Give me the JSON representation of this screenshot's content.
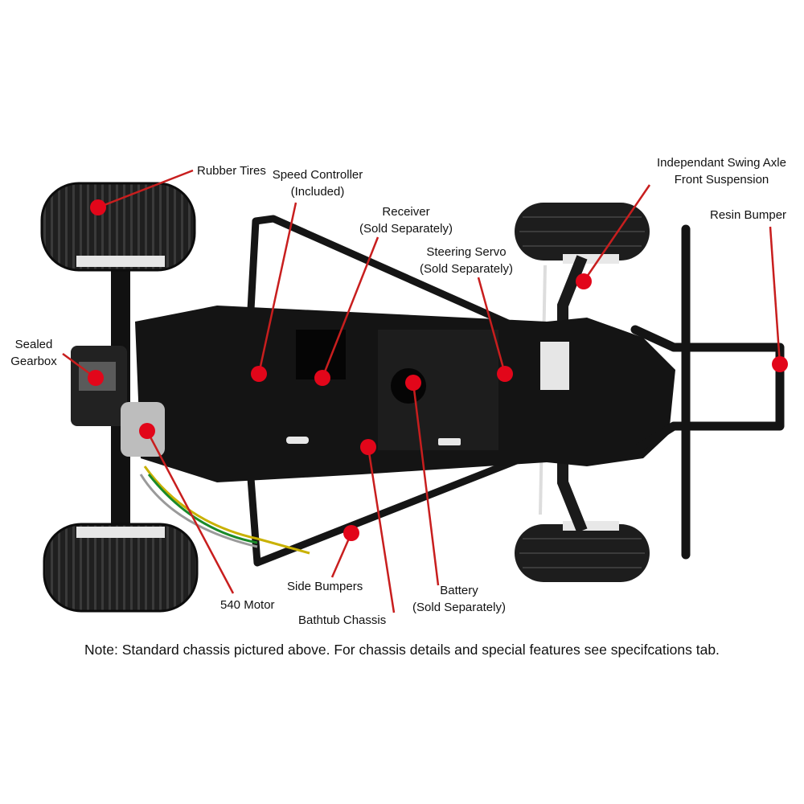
{
  "colors": {
    "marker": "#e2061a",
    "leader": "#c81e1e",
    "chassis": "#151515",
    "tire": "#1c1c1c",
    "hub": "#e9e9e9"
  },
  "labels": {
    "rubber_tires": [
      "Rubber Tires"
    ],
    "speed_controller": [
      "Speed Controller",
      "(Included)"
    ],
    "receiver": [
      "Receiver",
      "(Sold Separately)"
    ],
    "steering_servo": [
      "Steering Servo",
      "(Sold Separately)"
    ],
    "front_suspension": [
      "Independant Swing Axle",
      "Front Suspension"
    ],
    "resin_bumper": [
      "Resin Bumper"
    ],
    "sealed_gearbox": [
      "Sealed",
      "Gearbox"
    ],
    "motor": [
      "540 Motor"
    ],
    "side_bumpers": [
      "Side Bumpers"
    ],
    "bathtub_chassis": [
      "Bathtub Chassis"
    ],
    "battery": [
      "Battery",
      "(Sold Separately)"
    ]
  },
  "note": "Note: Standard chassis pictured above. For chassis details and special features see specifcations tab."
}
